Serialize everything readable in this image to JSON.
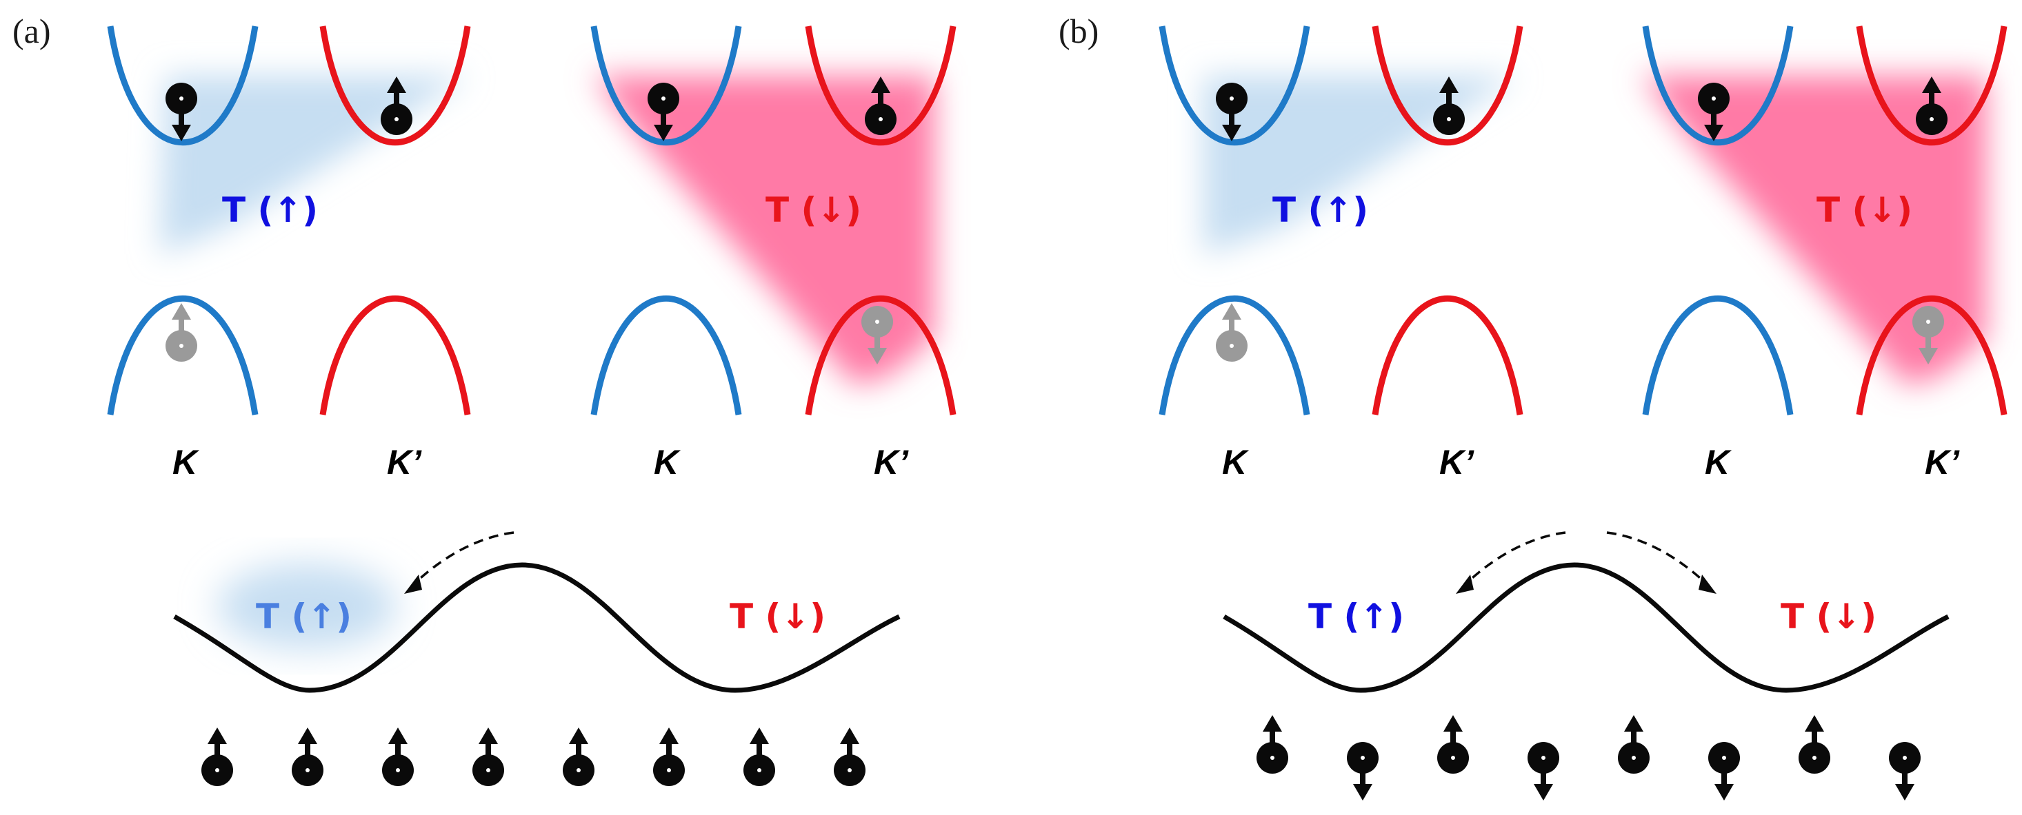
{
  "panel_a": {
    "label": "(a)",
    "valleys": [
      "K",
      "K’",
      "K",
      "K’"
    ],
    "triplet_up": "T (↑)",
    "triplet_down": "T (↓)",
    "wave_label_up": "T (↑)",
    "wave_label_down": "T (↓)",
    "spin_chain": [
      "up",
      "up",
      "up",
      "up",
      "up",
      "up",
      "up",
      "up"
    ]
  },
  "panel_b": {
    "label": "(b)",
    "valleys": [
      "K",
      "K’",
      "K",
      "K’"
    ],
    "triplet_up": "T (↑)",
    "triplet_down": "T (↓)",
    "wave_label_up": "T (↑)",
    "wave_label_down": "T (↓)",
    "spin_chain": [
      "up",
      "down",
      "up",
      "down",
      "up",
      "down",
      "up",
      "down"
    ]
  },
  "colors": {
    "blue_band": "#1f7ac8",
    "red_band": "#e8141b",
    "blue_shade": "#c6def2",
    "pink_shade": "#ff7aa6",
    "blue_text": "#1010e0",
    "red_text": "#e8141b",
    "spin": "#0a0a0a",
    "spin_faded": "#9a9a9a"
  }
}
